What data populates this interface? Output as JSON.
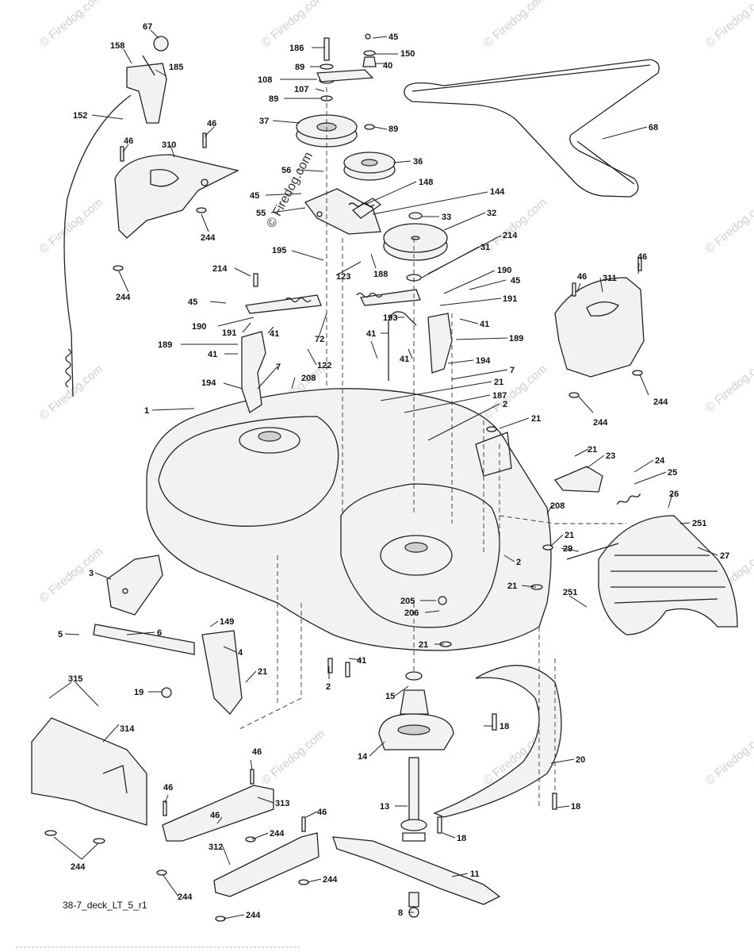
{
  "labels": {
    "l67": "67",
    "l158": "158",
    "l185": "185",
    "l152": "152",
    "l46a": "46",
    "l46b": "46",
    "l310": "310",
    "l244a": "244",
    "l244b": "244",
    "l186": "186",
    "l45a": "45",
    "l150": "150",
    "l89a": "89",
    "l40": "40",
    "l108": "108",
    "l107": "107",
    "l89b": "89",
    "l37": "37",
    "l89c": "89",
    "l36": "36",
    "l56": "56",
    "l45b": "45",
    "l148": "148",
    "l144": "144",
    "l55": "55",
    "l33": "33",
    "l32": "32",
    "l68": "68",
    "l195": "195",
    "l31": "31",
    "l214a": "214",
    "l214b": "214",
    "l123": "123",
    "l188": "188",
    "l190a": "190",
    "l45c": "45",
    "l45d": "45",
    "l191a": "191",
    "l41a": "41",
    "l190b": "190",
    "l191b": "191",
    "l72": "72",
    "l193": "193",
    "l41b": "41",
    "l189a": "189",
    "l189b": "189",
    "l41c": "41",
    "l122": "122",
    "l41d": "41",
    "l41e": "41",
    "l194a": "194",
    "l194b": "194",
    "l7a": "7",
    "l7b": "7",
    "l208a": "208",
    "l21a": "21",
    "l1": "1",
    "l187": "187",
    "l2a": "2",
    "l21b": "21",
    "l46c": "46",
    "l311": "311",
    "l46d": "46",
    "l244c": "244",
    "l244d": "244",
    "l21c": "21",
    "l23": "23",
    "l24": "24",
    "l25": "25",
    "l26": "26",
    "l251a": "251",
    "l27": "27",
    "l208b": "208",
    "l21d": "21",
    "l29": "29",
    "l2b": "2",
    "l21e": "21",
    "l251b": "251",
    "l205": "205",
    "l206": "206",
    "l21f": "21",
    "l3": "3",
    "l5": "5",
    "l6": "6",
    "l149": "149",
    "l4": "4",
    "l21g": "21",
    "l19": "19",
    "l2c": "2",
    "l41f": "41",
    "l15": "15",
    "l315": "315",
    "l314": "314",
    "l244e": "244",
    "l14": "14",
    "l18a": "18",
    "l20": "20",
    "l46e": "46",
    "l313": "313",
    "l46f": "46",
    "l46g": "46",
    "l244f": "244",
    "l46h": "46",
    "l312": "312",
    "l244g": "244",
    "l244h": "244",
    "l13": "13",
    "l18b": "18",
    "l18c": "18",
    "l11": "11",
    "l8": "8",
    "l244i": "244"
  },
  "watermark": {
    "text": "© Firedog.com",
    "center_text": "© Firedog.com"
  },
  "caption": "38-7_deck_LT_5_r1"
}
